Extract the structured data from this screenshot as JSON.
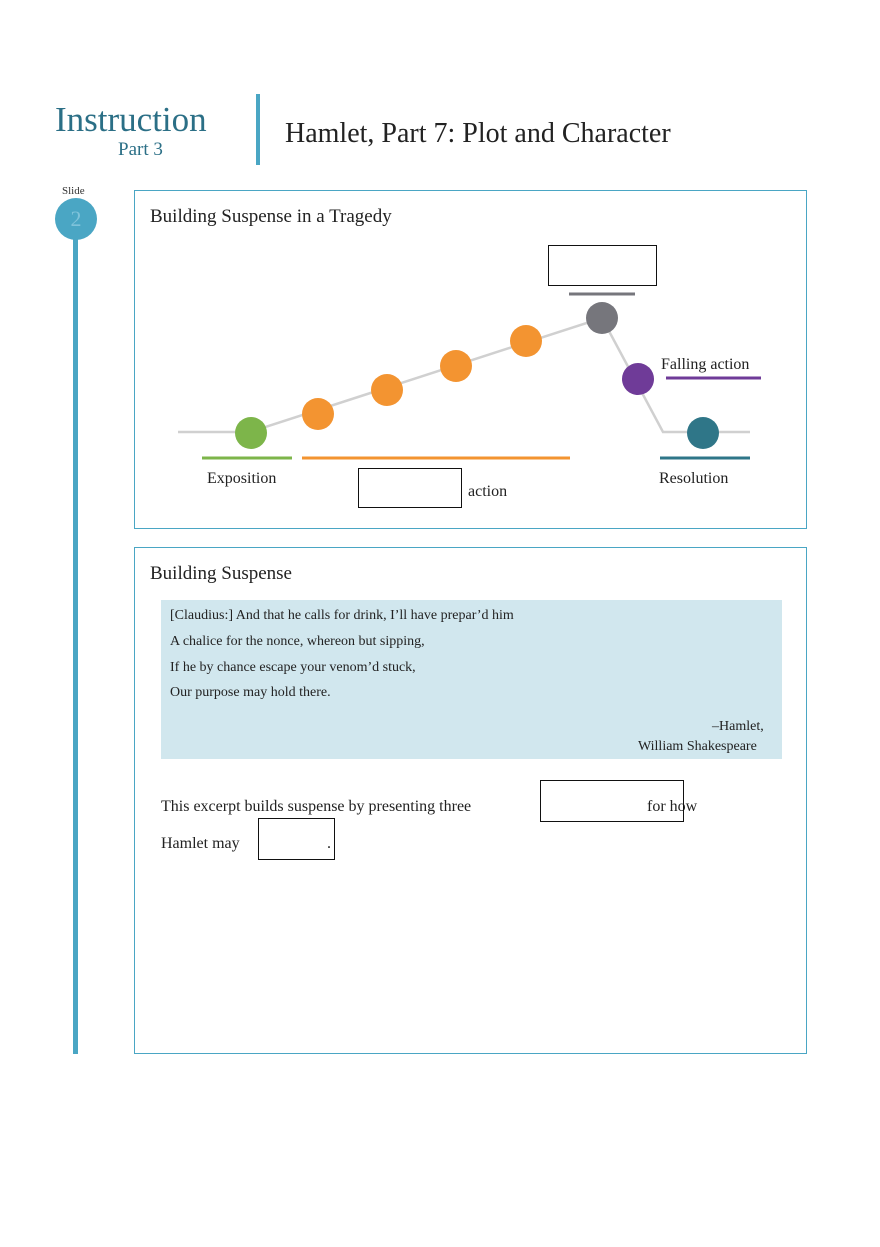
{
  "header": {
    "section": "Instruction",
    "part": "Part 3",
    "lesson_title": "Hamlet, Part 7: Plot and Character"
  },
  "slide": {
    "label": "Slide",
    "number": "2"
  },
  "plot_panel": {
    "title": "Building Suspense in a Tragedy",
    "labels": {
      "falling_action": "Falling action",
      "exposition": "Exposition",
      "resolution": "Resolution",
      "rising_action_suffix": "action"
    },
    "colors": {
      "exposition": "#7db54a",
      "rising": "#f39431",
      "climax": "#76767c",
      "falling": "#6f3b98",
      "resolution": "#2f7688",
      "line": "#d0d0d0"
    }
  },
  "excerpt_panel": {
    "title": "Building Suspense",
    "quote_lines": [
      "[Claudius:]  And that he calls for drink, I’ll have prepar’d him",
      "A chalice for the nonce, whereon but sipping,",
      "If he by chance escape your venom’d stuck,",
      "Our purpose may hold there."
    ],
    "attribution_line1": "–Hamlet,",
    "attribution_line2": "William Shakespeare",
    "sentence_part1": "This excerpt builds suspense by presenting three",
    "sentence_part2": "for how",
    "sentence_part3": "Hamlet may",
    "sentence_end": "."
  }
}
